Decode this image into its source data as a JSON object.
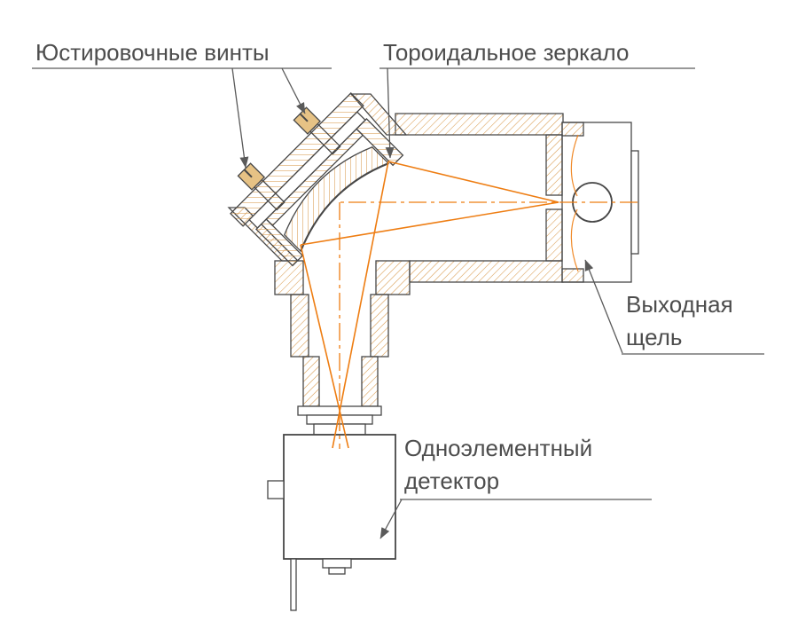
{
  "diagram": {
    "labels": {
      "adjustment_screws": "Юстировочные винты",
      "toroidal_mirror": "Тороидальное зеркало",
      "exit_slit": [
        "Выходная",
        "щель"
      ],
      "detector": [
        "Одноэлементный",
        "детектор"
      ]
    },
    "colors": {
      "outline": "#474747",
      "hatch": "#d89a4e",
      "ray": "#ee7d12",
      "label_text": "#4d4d4d",
      "leader": "#5a5a5a",
      "screw_fill": "#e6c285",
      "background": "#ffffff"
    }
  }
}
